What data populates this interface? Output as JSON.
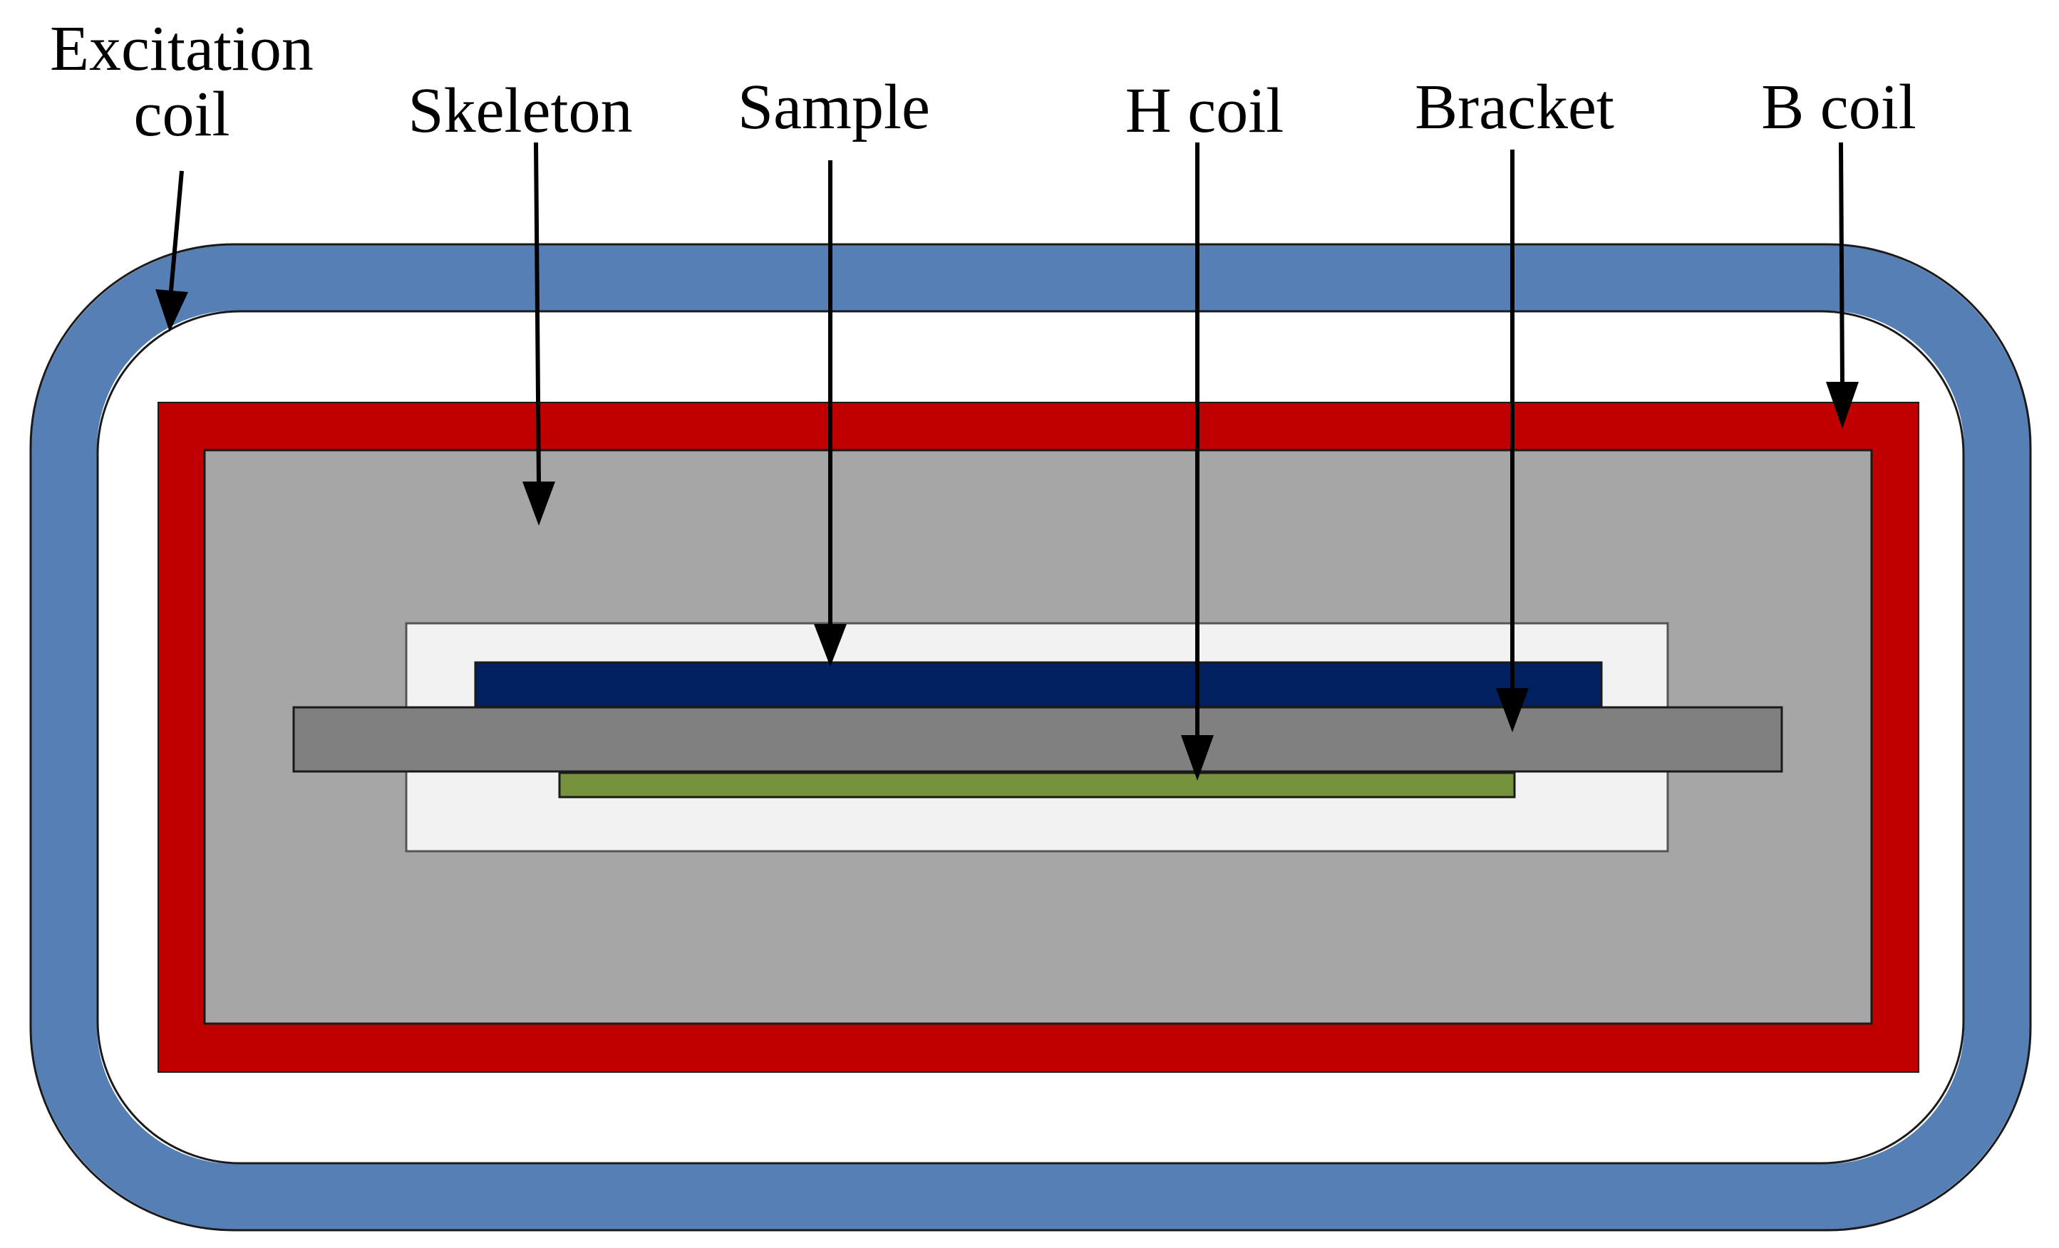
{
  "labels": {
    "excitation_coil_line1": "Excitation",
    "excitation_coil_line2": "coil",
    "skeleton": "Skeleton",
    "sample": "Sample",
    "h_coil": "H coil",
    "bracket": "Bracket",
    "b_coil": "B coil"
  },
  "colors": {
    "excitation_coil": "#5680b5",
    "b_coil": "#c00000",
    "skeleton": "#a6a6a6",
    "cavity": "#f2f2f2",
    "sample": "#002060",
    "bracket": "#808080",
    "h_coil": "#76923c",
    "arrow": "#000000"
  },
  "icons": {
    "arrows": "downward-pointing arrow"
  }
}
